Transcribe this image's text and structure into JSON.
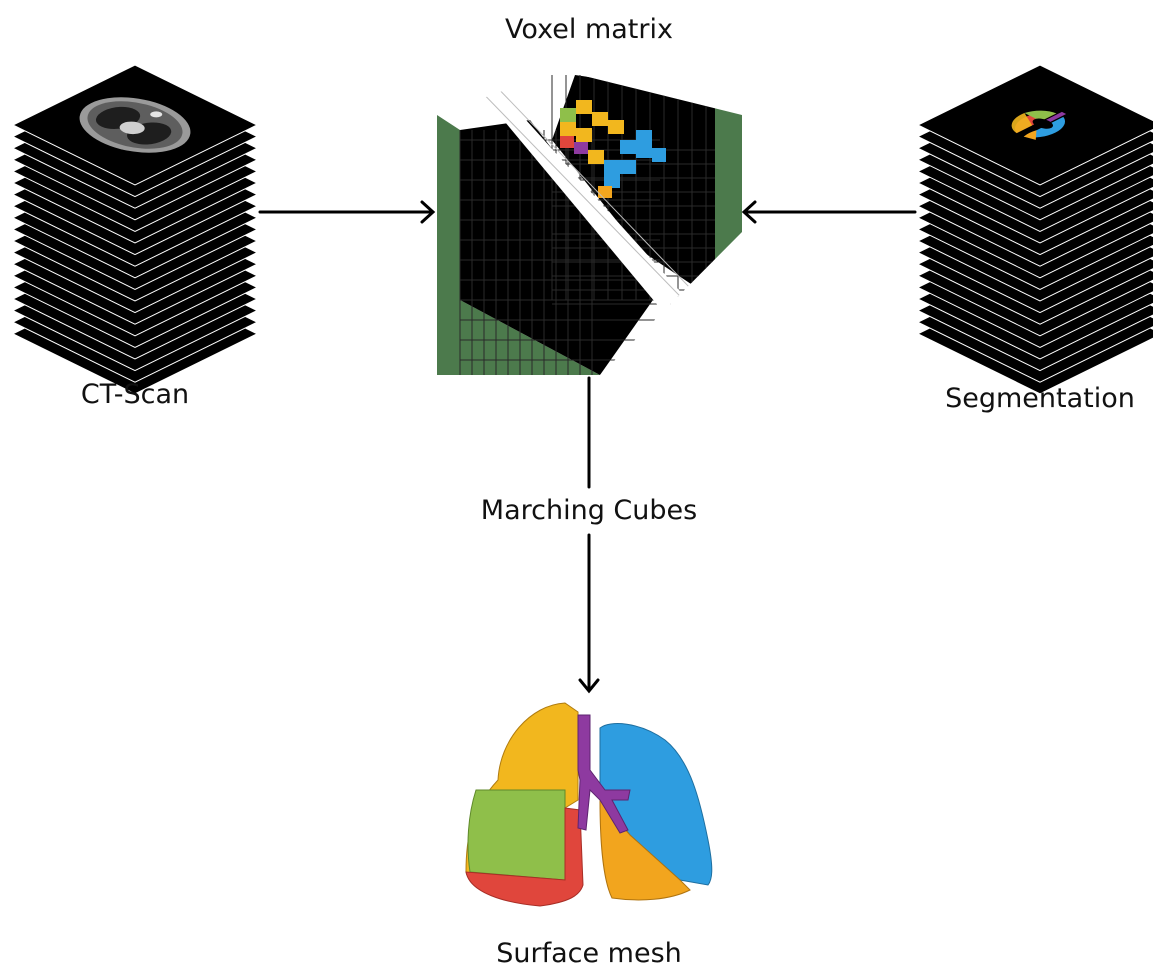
{
  "labels": {
    "voxel_matrix": "Voxel matrix",
    "ct_scan": "CT-Scan",
    "segmentation": "Segmentation",
    "marching_cubes": "Marching Cubes",
    "surface_mesh": "Surface mesh"
  },
  "colors": {
    "slice_fill": "#000000",
    "slice_edge": "#ffffff",
    "voxel_side": "#4c7a4c",
    "arrow": "#000000",
    "seg_red": "#e0463c",
    "seg_green": "#8fbf4a",
    "seg_yellow": "#f2b71e",
    "seg_orange": "#f2a51e",
    "seg_blue": "#2e9de0",
    "seg_purple": "#8e3aa0"
  },
  "icons": {
    "ct": "ct-stack-icon",
    "segmentation": "segmentation-stack-icon",
    "voxel": "voxel-cube-icon",
    "mesh": "lung-mesh-icon"
  }
}
